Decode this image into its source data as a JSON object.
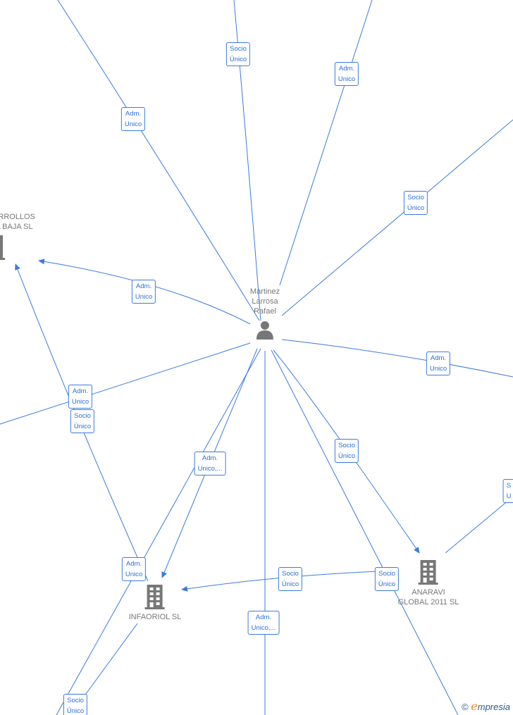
{
  "nodes": {
    "person": {
      "name": "Martinez Larrosa Rafael",
      "lines": [
        "Martinez",
        "Larrosa",
        "Rafael"
      ],
      "icon": "person-icon"
    },
    "company1": {
      "lines": [
        "ARROLLOS",
        "A BAJA  SL"
      ],
      "icon": "building-icon"
    },
    "infaoriol": {
      "lines": [
        "INFAORIOL  SL"
      ],
      "icon": "building-icon"
    },
    "anaravi": {
      "lines": [
        "ANARAVI",
        "GLOBAL 2011 SL"
      ],
      "icon": "building-icon"
    }
  },
  "edges": [
    {
      "l1": "Adm.",
      "l2": "Unico"
    },
    {
      "l1": "Socio",
      "l2": "Único"
    },
    {
      "l1": "Adm.",
      "l2": "Unico"
    },
    {
      "l1": "Socio",
      "l2": "Único"
    },
    {
      "l1": "Adm.",
      "l2": "Unico"
    },
    {
      "l1": "Adm.",
      "l2": "Unico"
    },
    {
      "l1": "Adm.",
      "l2": "Unico"
    },
    {
      "l1": "Socio",
      "l2": "Único"
    },
    {
      "l1": "Adm.",
      "l2": "Unico,..."
    },
    {
      "l1": "Adm.",
      "l2": "Unico"
    },
    {
      "l1": "Adm.",
      "l2": "Unico,..."
    },
    {
      "l1": "Socio",
      "l2": "Único"
    },
    {
      "l1": "Socio",
      "l2": "Único"
    },
    {
      "l1": "Socio",
      "l2": "Único"
    },
    {
      "l1": "S",
      "l2": "U"
    },
    {
      "l1": "Socio",
      "l2": "Único"
    }
  ],
  "edge_color": "#3a7be0",
  "footer": {
    "copyright": "©",
    "brand_initial": "e",
    "brand_rest": "mpresia"
  }
}
